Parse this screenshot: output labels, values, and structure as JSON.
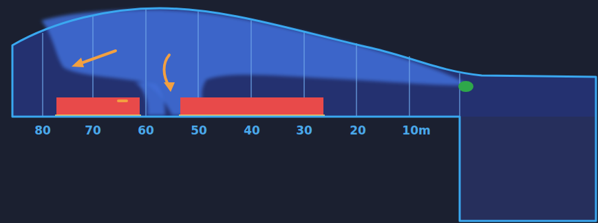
{
  "diagram": {
    "labels": [
      "80",
      "70",
      "60",
      "50",
      "40",
      "30",
      "20",
      "10m"
    ]
  }
}
